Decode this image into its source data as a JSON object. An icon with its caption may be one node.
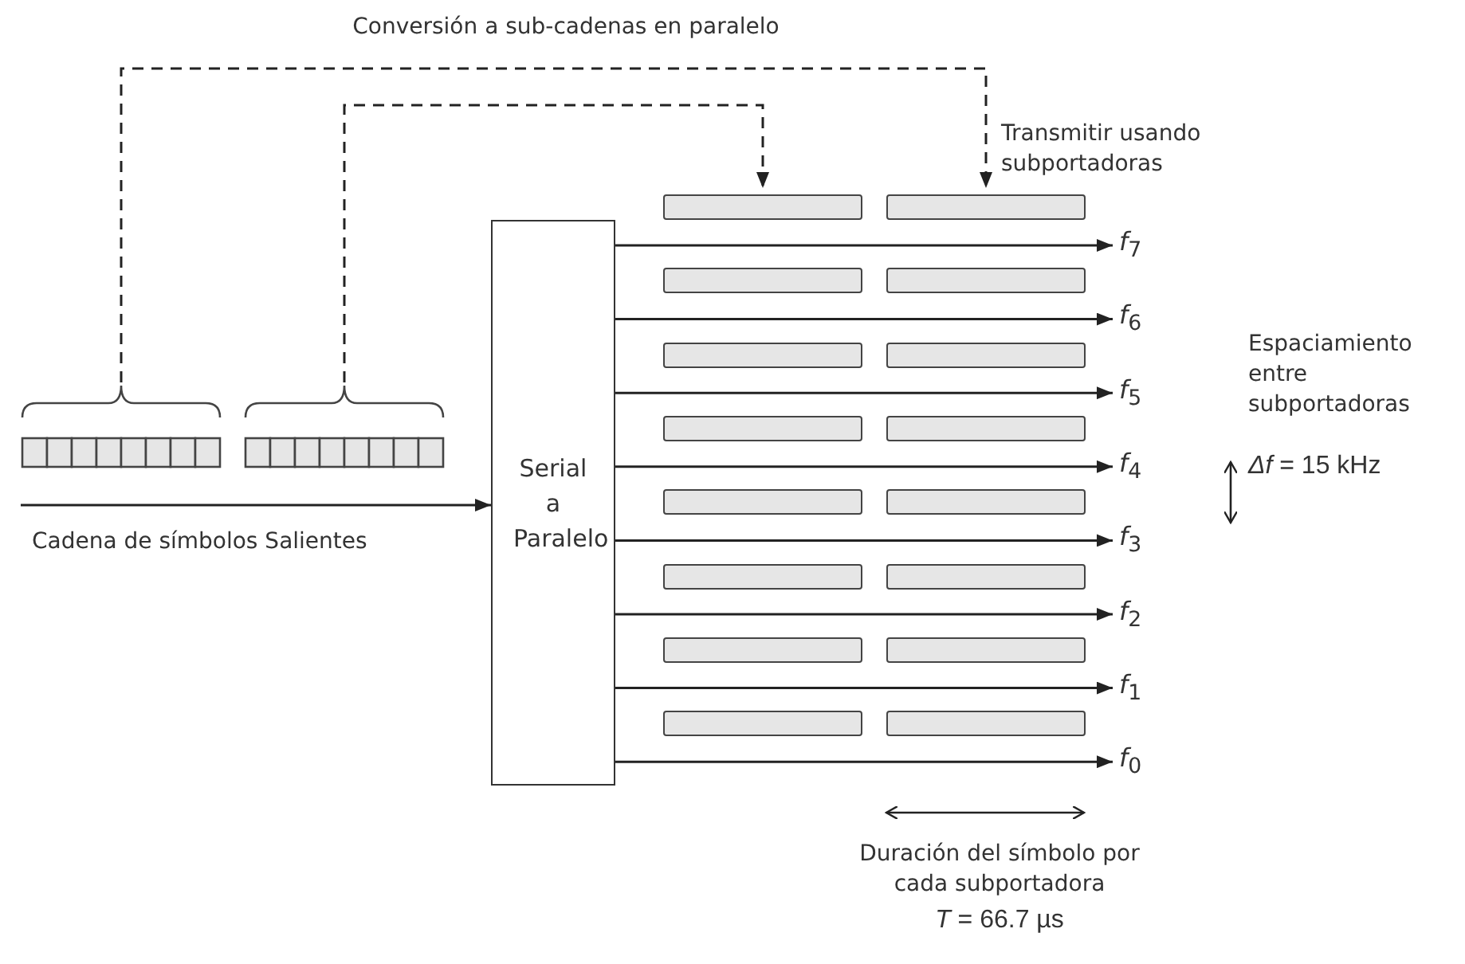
{
  "diagram": {
    "nodes": [
      {
        "text": [],
        "shape": "bar"
      },
      {
        "text": [],
        "shape": "bar"
      },
      {
        "text": [
          "Serial a Paralelo"
        ]
      },
      {
        "text": [],
        "shape": "bar"
      },
      {
        "text": [],
        "shape": "bar"
      },
      {
        "text": [],
        "shape": "bar"
      },
      {
        "text": [],
        "shape": "bar"
      },
      {
        "text": [],
        "shape": "bar"
      },
      {
        "text": [],
        "shape": "bar"
      },
      {
        "text": [],
        "shape": "bar"
      },
      {
        "text": [],
        "shape": "bar"
      },
      {
        "text": [],
        "shape": "bar"
      },
      {
        "text": [],
        "shape": "bar"
      },
      {
        "text": [],
        "shape": "bar"
      },
      {
        "text": [],
        "shape": "bar"
      },
      {
        "text": [],
        "shape": "bar"
      },
      {
        "text": [],
        "shape": "bar"
      },
      {
        "text": [],
        "shape": "bar"
      },
      {
        "text": [],
        "shape": "bar"
      },
      {
        "text": [
          "*f*$_{7}$"
        ]
      },
      {
        "text": [
          "*f*$_{6}$"
        ]
      },
      {
        "text": [
          "*f*$_{5}$"
        ]
      },
      {
        "text": [
          "*f*$_{4}$"
        ]
      },
      {
        "text": [
          "*f*$_{3}$"
        ]
      },
      {
        "text": [
          "*f*$_{2}$"
        ]
      },
      {
        "text": [
          "*f*$_{1}$"
        ]
      },
      {
        "text": [
          "*f*$_{0}$"
        ]
      }
    ],
    "edges": [
      {
        "from": null,
        "to": 2,
        "arrow": "to"
      },
      {
        "from": 0,
        "to": 4,
        "arrow": "to",
        "style": "dashed"
      },
      {
        "from": 1,
        "to": 3,
        "arrow": "to",
        "style": "dashed"
      },
      {
        "from": 2,
        "to": 19,
        "arrow": "to"
      },
      {
        "from": 2,
        "to": 20,
        "arrow": "to"
      },
      {
        "from": 2,
        "to": 21,
        "arrow": "to"
      },
      {
        "from": 2,
        "to": 22,
        "arrow": "to"
      },
      {
        "from": 2,
        "to": 23,
        "arrow": "to"
      },
      {
        "from": 2,
        "to": 24,
        "arrow": "to"
      },
      {
        "from": 2,
        "to": 25,
        "arrow": "to"
      },
      {
        "from": 2,
        "to": 26,
        "arrow": "to"
      }
    ],
    "labels": [
      "Conversión a sub-cadenas en paralelo",
      "Transmitir usando subportadoras",
      "Espaciamiento entre subportadoras",
      "*Δf* = 15 kHz",
      "Cadena de símbolos Salientes",
      "Duración del símbolo por cada subportadora",
      "*T* = 66.7 µs"
    ]
  }
}
